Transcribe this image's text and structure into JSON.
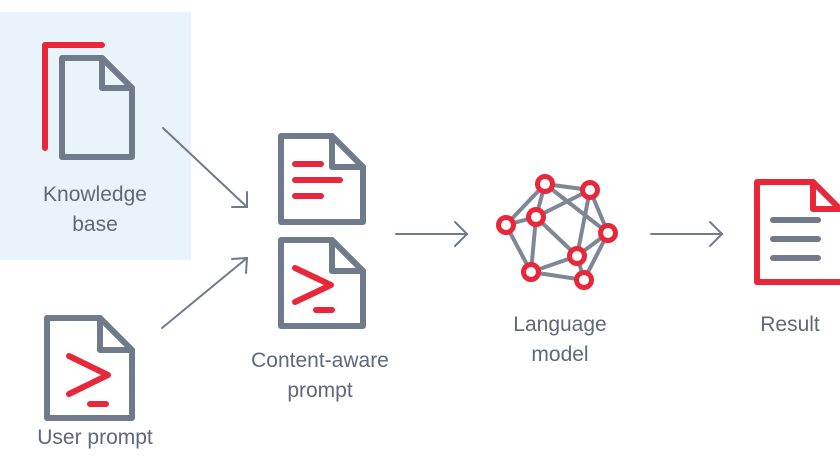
{
  "colors": {
    "accent": "#e8283a",
    "stroke": "#6f7a8b",
    "highlight_bg": "#e9f4fa",
    "text": "#5f6878"
  },
  "nodes": {
    "knowledge_base": {
      "label_line1": "Knowledge",
      "label_line2": "base",
      "icon": "document-stack-icon"
    },
    "user_prompt": {
      "label": "User prompt",
      "icon": "prompt-document-icon"
    },
    "content_aware_prompt": {
      "label_line1": "Content-aware",
      "label_line2": "prompt",
      "icons": [
        "text-document-icon",
        "prompt-document-icon"
      ]
    },
    "language_model": {
      "label_line1": "Language",
      "label_line2": "model",
      "icon": "network-graph-icon"
    },
    "result": {
      "label": "Result",
      "icon": "text-document-icon"
    }
  }
}
